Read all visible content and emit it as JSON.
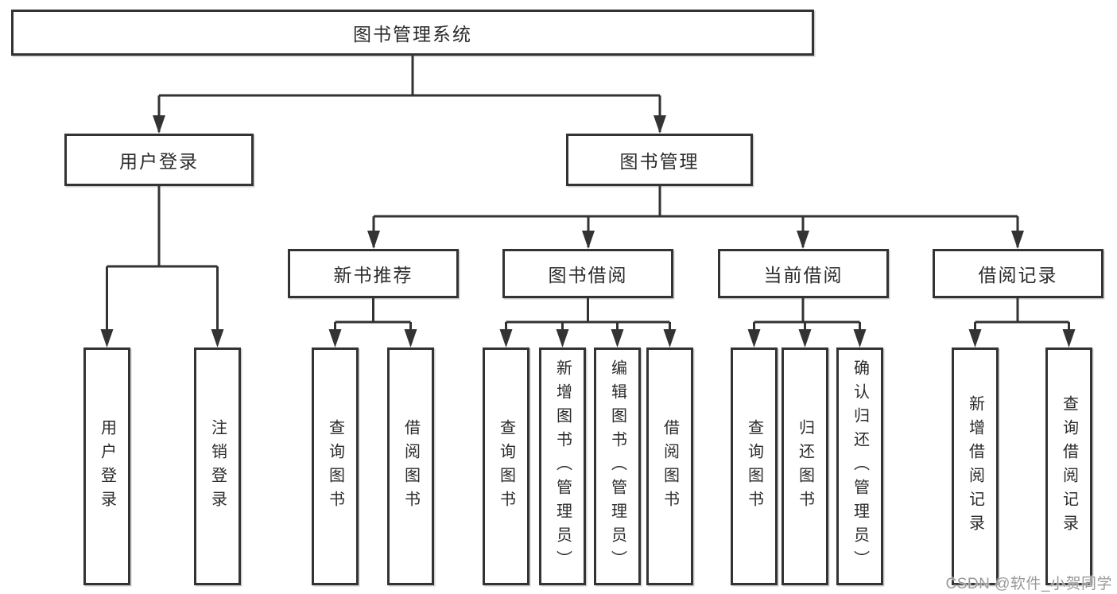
{
  "diagram": {
    "root": {
      "label": "图书管理系统"
    },
    "children": [
      {
        "label": "用户登录",
        "children": [
          {
            "label": "用户登录"
          },
          {
            "label": "注销登录"
          }
        ]
      },
      {
        "label": "图书管理",
        "children": [
          {
            "label": "新书推荐",
            "children": [
              {
                "label": "查询图书"
              },
              {
                "label": "借阅图书"
              }
            ]
          },
          {
            "label": "图书借阅",
            "children": [
              {
                "label": "查询图书"
              },
              {
                "label": "新增图书（管理员）"
              },
              {
                "label": "编辑图书（管理员）"
              },
              {
                "label": "借阅图书"
              }
            ]
          },
          {
            "label": "当前借阅",
            "children": [
              {
                "label": "查询图书"
              },
              {
                "label": "归还图书"
              },
              {
                "label": "确认归还（管理员）"
              }
            ]
          },
          {
            "label": "借阅记录",
            "children": [
              {
                "label": "新增借阅记录"
              },
              {
                "label": "查询借阅记录"
              }
            ]
          }
        ]
      }
    ]
  },
  "watermark": {
    "text": "CSDN @软件_小贺同学"
  },
  "colors": {
    "line": "#333333",
    "box_border": "#333333",
    "text": "#2b2b2b",
    "background": "#ffffff",
    "watermark": "#999999"
  }
}
